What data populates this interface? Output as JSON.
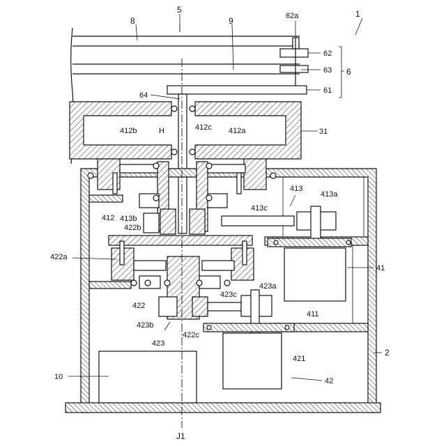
{
  "diagram": {
    "axis_label": "J1",
    "labels": {
      "l1": "1",
      "l2": "2",
      "l5": "5",
      "l6": "6",
      "l8": "8",
      "l9": "9",
      "l10": "10",
      "l31": "31",
      "l41": "41",
      "l42": "42",
      "l61": "61",
      "l62": "62",
      "l62a": "62a",
      "l63": "63",
      "l64": "64",
      "lH": "H",
      "l411": "411",
      "l412": "412",
      "l412a": "412a",
      "l412b": "412b",
      "l412c": "412c",
      "l413": "413",
      "l413a": "413a",
      "l413b": "413b",
      "l413c": "413c",
      "l421": "421",
      "l422": "422",
      "l422a": "422a",
      "l422b": "422b",
      "l422c": "422c",
      "l423": "423",
      "l423a": "423a",
      "l423b": "423b",
      "l423c": "423c"
    }
  }
}
